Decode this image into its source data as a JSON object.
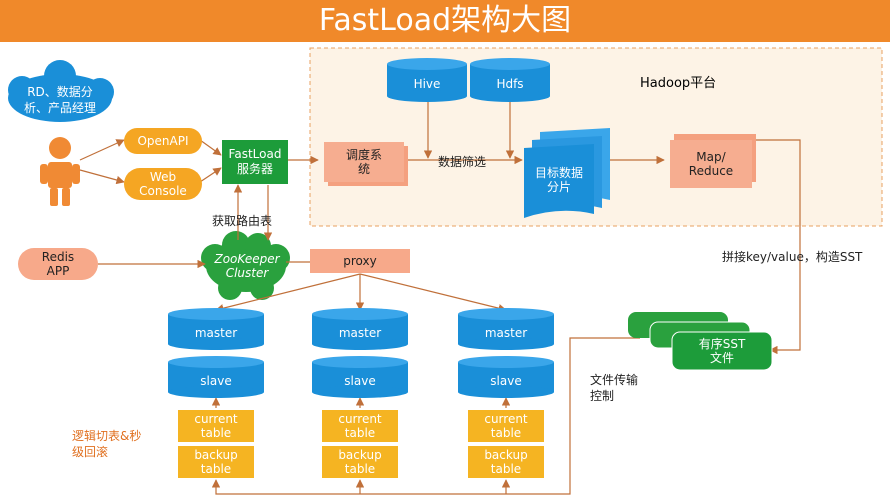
{
  "title": "FastLoad架构大图",
  "hadoop": {
    "label": "Hadoop平台",
    "hive": "Hive",
    "hdfs": "Hdfs"
  },
  "users_bubble": "RD、数据分\n析、产品经理",
  "openapi": "OpenAPI",
  "web_console": "Web\nConsole",
  "fastload_service": "FastLoad\n服务器",
  "scheduler": "调度系\n统",
  "data_filter": "数据筛选",
  "target_shards": "目标数据\n分片",
  "mapreduce": "Map/\nReduce",
  "route_table": "获取路由表",
  "redis_app": "Redis\nAPP",
  "zookeeper": "ZooKeeper\nCluster",
  "proxy": "proxy",
  "build_sst": "拼接key/value，构造SST",
  "sst_files": "有序SST\n文件",
  "file_transfer": "文件传输\n控制",
  "switch_label": "逻辑切表&秒\n级回滚",
  "clusters": [
    {
      "master": "master",
      "slave": "slave",
      "current": "current\ntable",
      "backup": "backup\ntable"
    },
    {
      "master": "master",
      "slave": "slave",
      "current": "current\ntable",
      "backup": "backup\ntable"
    },
    {
      "master": "master",
      "slave": "slave",
      "current": "current\ntable",
      "backup": "backup\ntable"
    }
  ],
  "colors": {
    "title": "#f0892a",
    "blue": "#1a8fd8",
    "green": "#1d9c3a",
    "orange": "#f5a623",
    "salmon": "#f7a98a",
    "gold": "#f5b422",
    "hadoop_bg": "#fdf3e6"
  }
}
